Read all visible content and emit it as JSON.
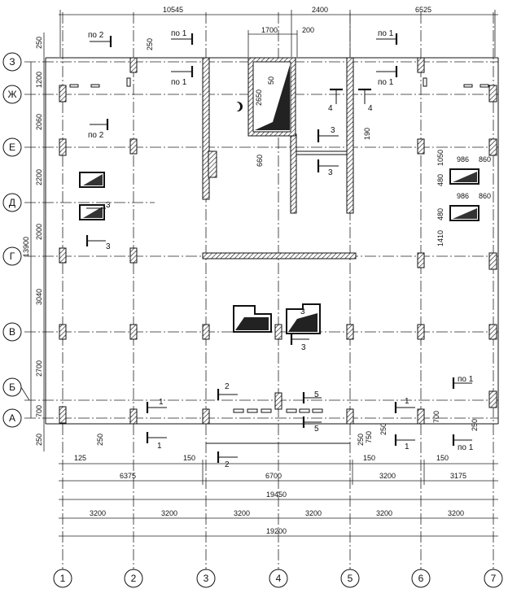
{
  "axes": {
    "vertical": [
      {
        "label": "1"
      },
      {
        "label": "2"
      },
      {
        "label": "3"
      },
      {
        "label": "4"
      },
      {
        "label": "5"
      },
      {
        "label": "6"
      },
      {
        "label": "7"
      }
    ],
    "horizontal": [
      {
        "label": "З"
      },
      {
        "label": "Ж"
      },
      {
        "label": "Е"
      },
      {
        "label": "Д"
      },
      {
        "label": "Г"
      },
      {
        "label": "В"
      },
      {
        "label": "Б"
      },
      {
        "label": "А"
      }
    ]
  },
  "top_dims": [
    "10545",
    "2400",
    "6525",
    "1700",
    "200"
  ],
  "left_dims": [
    "250",
    "1200",
    "2060",
    "2200",
    "2000",
    "3040",
    "2700",
    "700",
    "250",
    "13900"
  ],
  "bottom_row1": [
    "125",
    "150",
    "150",
    "150"
  ],
  "bottom_row2": [
    "6375",
    "6700",
    "3200",
    "3175"
  ],
  "bottom_total1": "19450",
  "bottom_row3": [
    "3200",
    "3200",
    "3200",
    "3200",
    "3200",
    "3200"
  ],
  "bottom_total2": "19200",
  "misc_dims": [
    "250",
    "50",
    "2650",
    "660",
    "190",
    "1050",
    "480",
    "480",
    "1410",
    "986",
    "860",
    "986",
    "860",
    "250",
    "700",
    "250",
    "750",
    "250",
    "250"
  ],
  "section_labels": [
    "по 2",
    "по 1",
    "по 1",
    "по 1",
    "по 1",
    "по 2",
    "4",
    "4",
    "3",
    "3",
    "3",
    "3",
    "3",
    "3",
    "2",
    "2",
    "1",
    "1",
    "1",
    "1",
    "5",
    "5",
    "по 1",
    "по 1"
  ]
}
